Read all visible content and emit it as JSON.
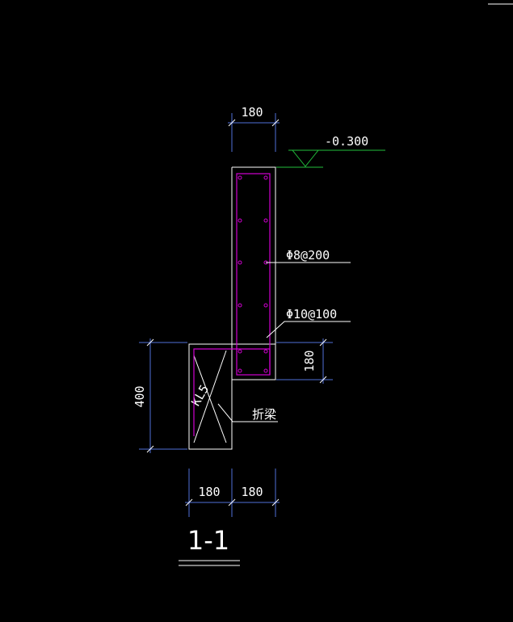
{
  "drawing": {
    "section_title": "1-1",
    "level_mark": "-0.300",
    "dim_wall_width": "180",
    "dim_bottom_left": "180",
    "dim_bottom_right": "180",
    "dim_height_left": "400",
    "dim_height_right": "180",
    "rebar_label_1": "Φ8@200",
    "rebar_label_2": "Φ10@100",
    "beam_label": "折梁",
    "beam_tag": "KL5",
    "colors": {
      "background": "#000000",
      "outline": "#ffffff",
      "rebar": "#d000d0",
      "dimension": "#4f6fd8",
      "level": "#22c03c"
    }
  }
}
